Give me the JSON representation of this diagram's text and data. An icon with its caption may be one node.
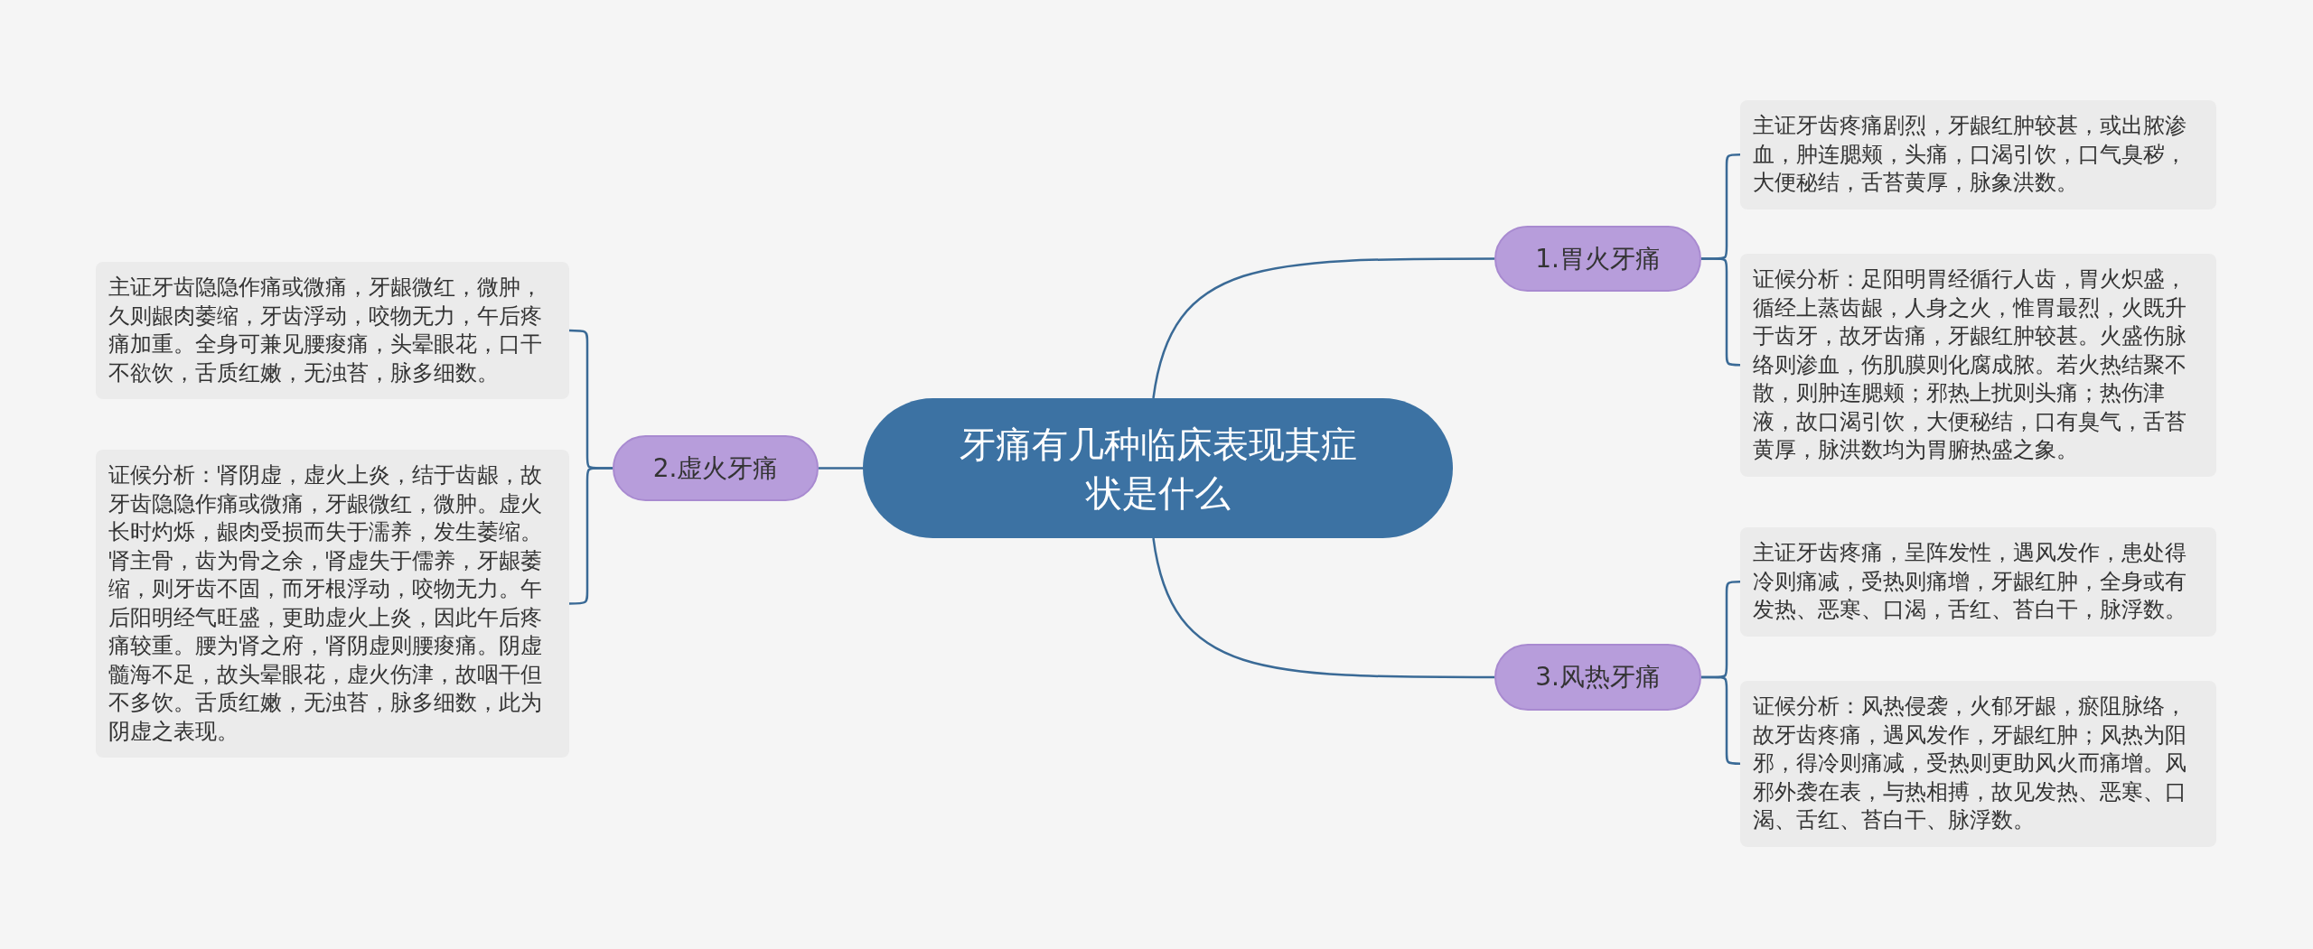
{
  "diagram": {
    "nodes": [
      {
        "text": [
          "牙痛有几种临床表现其症状是什么"
        ]
      },
      {
        "text": [
          "1.胃火牙痛"
        ]
      },
      {
        "text": [
          "主证牙齿疼痛剧烈，牙龈红肿较甚，或出脓渗血，肿连腮颊，头痛，口渴引饮，口气臭秽，大便秘结，舌苔黄厚，脉象洪数。"
        ]
      },
      {
        "text": [
          "证候分析：足阳明胃经循行人齿，胃火炽盛，循经上蒸齿龈，人身之火，惟胃最烈，火既升于齿牙，故牙齿痛，牙龈红肿较甚。火盛伤脉络则渗血，伤肌膜则化腐成脓。若火热结聚不散，则肿连腮颊；邪热上扰则头痛；热伤津液，故口渴引饮，大便秘结，口有臭气，舌苔黄厚，脉洪数均为胃腑热盛之象。"
        ]
      },
      {
        "text": [
          "2.虚火牙痛"
        ]
      },
      {
        "text": [
          "主证牙齿隐隐作痛或微痛，牙龈微红，微肿，久则龈肉萎缩，牙齿浮动，咬物无力，午后疼痛加重。全身可兼见腰痠痛，头晕眼花，口干不欲饮，舌质红嫩，无浊苔，脉多细数。"
        ]
      },
      {
        "text": [
          "证候分析：肾阴虚，虚火上炎，结于齿龈，故牙齿隐隐作痛或微痛，牙龈微红，微肿。虚火长时灼烁，龈肉受损而失于濡养，发生萎缩。肾主骨，齿为骨之余，肾虚失于儒养，牙龈萎缩，则牙齿不固，而牙根浮动，咬物无力。午后阳明经气旺盛，更助虚火上炎，因此午后疼痛较重。腰为肾之府，肾阴虚则腰痠痛。阴虚髓海不足，故头晕眼花，虚火伤津，故咽干但不多饮。舌质红嫩，无浊苔，脉多细数，此为阴虚之表现。"
        ]
      },
      {
        "text": [
          "3.风热牙痛"
        ]
      },
      {
        "text": [
          "主证牙齿疼痛，呈阵发性，遇风发作，患处得冷则痛减，受热则痛增，牙龈红肿，全身或有发热、恶寒、口渴，舌红、苔白干，脉浮数。"
        ]
      },
      {
        "text": [
          "证候分析：风热侵袭，火郁牙龈，瘀阻脉络，故牙齿疼痛，遇风发作，牙龈红肿；风热为阳邪，得冷则痛减，受热则更助风火而痛增。风邪外袭在表，与热相搏，故见发热、恶寒、口渴、舌红、苔白干、脉浮数。"
        ]
      }
    ],
    "edges": [
      {
        "from": 0,
        "to": 1,
        "arrow": "none"
      },
      {
        "from": 1,
        "to": 2,
        "arrow": "none"
      },
      {
        "from": 1,
        "to": 3,
        "arrow": "none"
      },
      {
        "from": 0,
        "to": 4,
        "arrow": "none"
      },
      {
        "from": 4,
        "to": 5,
        "arrow": "none"
      },
      {
        "from": 4,
        "to": 6,
        "arrow": "none"
      },
      {
        "from": 0,
        "to": 7,
        "arrow": "none"
      },
      {
        "from": 7,
        "to": 8,
        "arrow": "none"
      },
      {
        "from": 7,
        "to": 9,
        "arrow": "none"
      }
    ]
  }
}
